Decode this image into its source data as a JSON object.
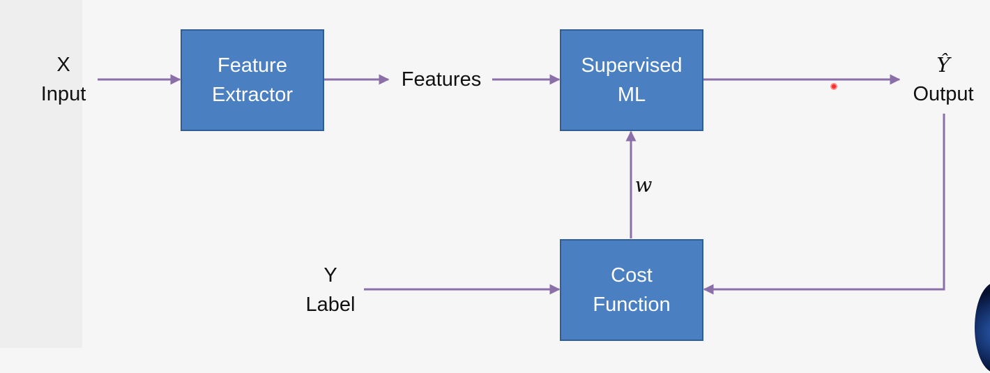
{
  "diagram": {
    "input": {
      "symbol": "X",
      "label": "Input"
    },
    "feature_extractor": {
      "line1": "Feature",
      "line2": "Extractor"
    },
    "features": {
      "label": "Features"
    },
    "supervised_ml": {
      "line1": "Supervised",
      "line2": "ML"
    },
    "output": {
      "symbol": "Ŷ",
      "label": "Output"
    },
    "weights": {
      "symbol": "w"
    },
    "label_input": {
      "symbol": "Y",
      "label": "Label"
    },
    "cost_function": {
      "line1": "Cost",
      "line2": "Function"
    }
  },
  "colors": {
    "block_fill": "#4a7fc2",
    "block_border": "#2f5d94",
    "arrow": "#8a6fa8",
    "text": "#111111"
  }
}
